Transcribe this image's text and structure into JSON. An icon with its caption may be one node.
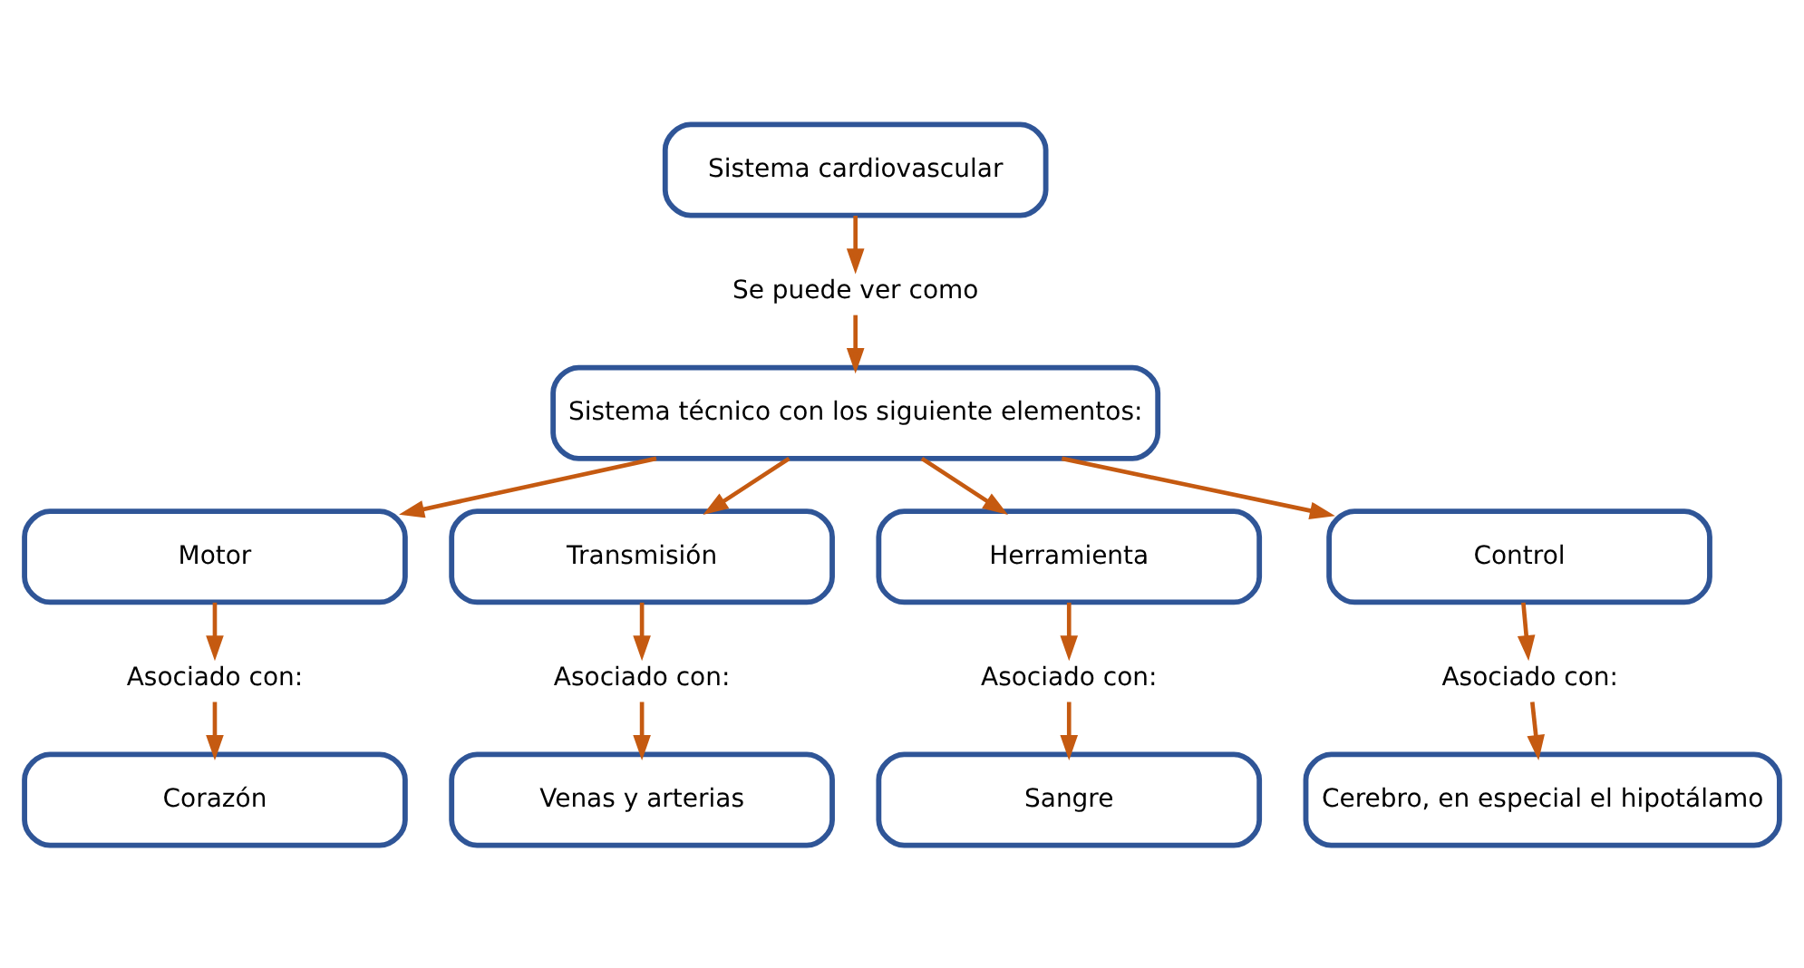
{
  "diagram": {
    "nodes": [
      {
        "text": [
          "Sistema cardiovascular"
        ]
      },
      {
        "text": [
          "Se puede ver como"
        ]
      },
      {
        "text": [
          "Sistema técnico con los siguiente elementos:"
        ]
      },
      {
        "text": [
          "Motor"
        ]
      },
      {
        "text": [
          "Transmisión"
        ]
      },
      {
        "text": [
          "Herramienta"
        ]
      },
      {
        "text": [
          "Control"
        ]
      },
      {
        "text": [
          "Asociado con:"
        ]
      },
      {
        "text": [
          "Asociado con:"
        ]
      },
      {
        "text": [
          "Asociado con:"
        ]
      },
      {
        "text": [
          "Asociado con:"
        ]
      },
      {
        "text": [
          "Corazón"
        ]
      },
      {
        "text": [
          "Venas y arterias"
        ]
      },
      {
        "text": [
          "Sangre"
        ]
      },
      {
        "text": [
          "Cerebro, en especial el hipotálamo"
        ]
      }
    ],
    "edges": [
      {
        "from": 0,
        "to": 1,
        "arrow": "to"
      },
      {
        "from": 1,
        "to": 2,
        "arrow": "to"
      },
      {
        "from": 2,
        "to": 3,
        "arrow": "to"
      },
      {
        "from": 2,
        "to": 4,
        "arrow": "to"
      },
      {
        "from": 2,
        "to": 5,
        "arrow": "to"
      },
      {
        "from": 2,
        "to": 6,
        "arrow": "to"
      },
      {
        "from": 3,
        "to": 7,
        "arrow": "to"
      },
      {
        "from": 7,
        "to": 11,
        "arrow": "to"
      },
      {
        "from": 4,
        "to": 8,
        "arrow": "to"
      },
      {
        "from": 8,
        "to": 12,
        "arrow": "to"
      },
      {
        "from": 5,
        "to": 9,
        "arrow": "to"
      },
      {
        "from": 9,
        "to": 13,
        "arrow": "to"
      },
      {
        "from": 6,
        "to": 10,
        "arrow": "to"
      },
      {
        "from": 10,
        "to": 14,
        "arrow": "to"
      }
    ]
  }
}
